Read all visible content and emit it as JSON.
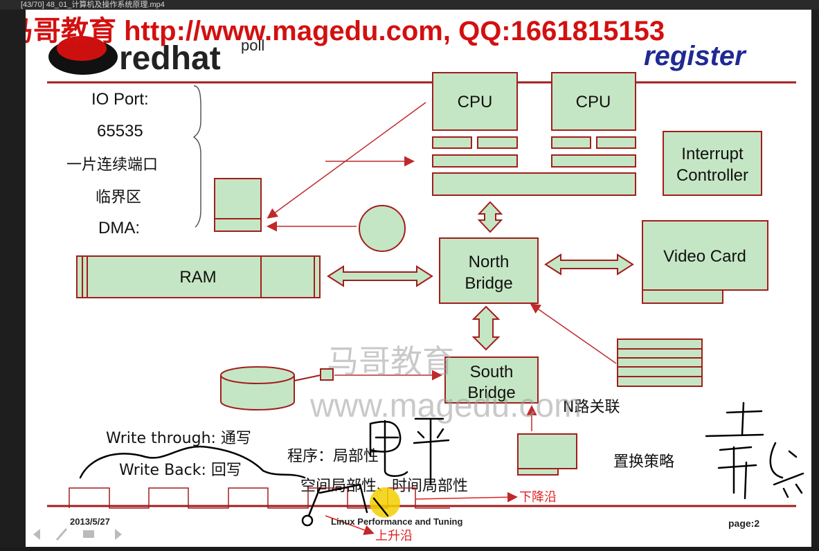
{
  "window": {
    "title": "[43/70] 48_01_计算机及操作系统原理.mp4"
  },
  "header": {
    "banner": "马哥教育 http://www.magedu.com, QQ:1661815153",
    "logo": "redhat",
    "poll": "poll",
    "register": "register"
  },
  "left_notes": {
    "io_port": "IO Port:",
    "port_count": "65535",
    "continuous_ports": "一片连续端口",
    "critical_section": "临界区",
    "dma": "DMA:"
  },
  "diagram": {
    "cpu1": "CPU",
    "cpu2": "CPU",
    "interrupt_line1": "Interrupt",
    "interrupt_line2": "Controller",
    "ram": "RAM",
    "north_line1": "North",
    "north_line2": "Bridge",
    "video_card": "Video Card",
    "south_line1": "South",
    "south_line2": "Bridge",
    "n_way": "N路关联"
  },
  "watermark": {
    "cn": "马哥教育",
    "url": "www.magedu.com"
  },
  "notes": {
    "write_through": "Write through: 通写",
    "write_back": "Write Back: 回写",
    "program_locality": "程序：局部性",
    "locality_types": "空间局部性、时间局部性",
    "replacement": "置换策略",
    "falling_edge": "下降沿",
    "rising_edge": "上升沿"
  },
  "footer": {
    "date": "2013/5/27",
    "course": "Linux Performance and Tuning",
    "page": "page:2"
  },
  "colors": {
    "box_fill": "#c5e6c4",
    "box_stroke": "#a21d1d",
    "banner_red": "#d31010",
    "register_blue": "#1f2a93",
    "annotation_red": "#e02020"
  }
}
